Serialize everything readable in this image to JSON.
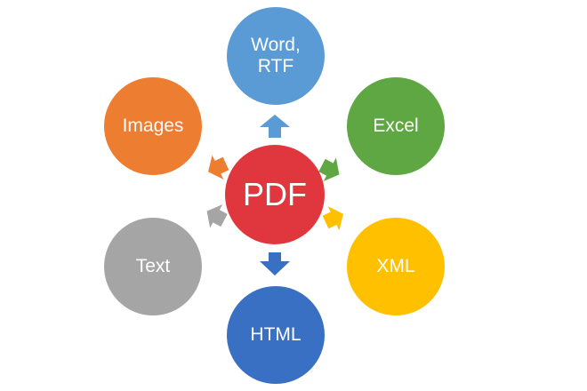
{
  "diagram": {
    "center": {
      "label": "PDF",
      "color": "#E0373E"
    },
    "nodes": [
      {
        "id": "word",
        "label": "Word,\nRTF",
        "color": "#5B9BD5"
      },
      {
        "id": "excel",
        "label": "Excel",
        "color": "#5FA742"
      },
      {
        "id": "xml",
        "label": "XML",
        "color": "#FFC000"
      },
      {
        "id": "html",
        "label": "HTML",
        "color": "#3A70C4"
      },
      {
        "id": "text",
        "label": "Text",
        "color": "#A5A5A5"
      },
      {
        "id": "images",
        "label": "Images",
        "color": "#ED7D31"
      }
    ]
  }
}
